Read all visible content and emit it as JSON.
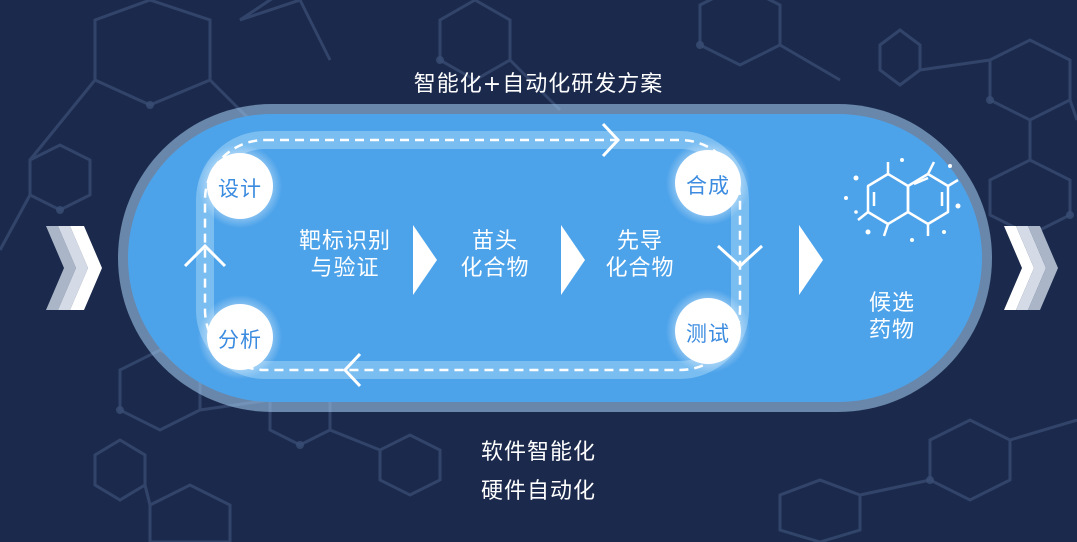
{
  "header": {
    "title": "智能化+自动化研发方案"
  },
  "cycle": {
    "nodes": [
      {
        "id": "design",
        "label": "设计"
      },
      {
        "id": "synthesis",
        "label": "合成"
      },
      {
        "id": "test",
        "label": "测试"
      },
      {
        "id": "analysis",
        "label": "分析"
      }
    ]
  },
  "stages": [
    {
      "line1": "靶标识别",
      "line2": "与验证"
    },
    {
      "line1": "苗头",
      "line2": "化合物"
    },
    {
      "line1": "先导",
      "line2": "化合物"
    }
  ],
  "output": {
    "line1": "候选",
    "line2": "药物",
    "icon": "molecule-icon"
  },
  "footer": {
    "line1": "软件智能化",
    "line2": "硬件自动化"
  },
  "colors": {
    "background": "#1b2a4c",
    "capsule_fill": "#4da3ea",
    "capsule_border": "#a9d4f7",
    "node_fill": "#ffffff",
    "node_text": "#3b8be0"
  }
}
